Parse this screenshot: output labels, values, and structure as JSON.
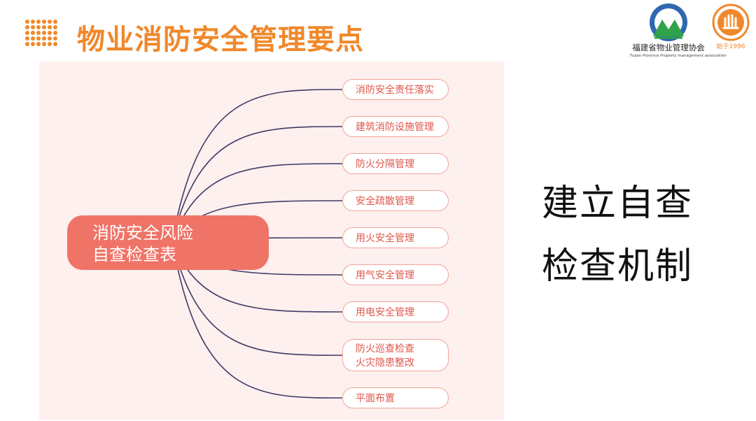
{
  "header": {
    "title": "物业消防安全管理要点"
  },
  "logos": {
    "association_name": "福建省物业管理协会",
    "association_en": "Fujian Province Property management association",
    "badge_text": "始于1996"
  },
  "mindmap": {
    "center": [
      "消防安全风险",
      "自查检查表"
    ],
    "branches": [
      {
        "label": "消防安全责任落实"
      },
      {
        "label": "建筑消防设施管理"
      },
      {
        "label": "防火分隔管理"
      },
      {
        "label": "安全疏散管理"
      },
      {
        "label": "用火安全管理"
      },
      {
        "label": "用气安全管理"
      },
      {
        "label": "用电安全管理"
      },
      {
        "label": "防火巡查检查\n火灾隐患整改"
      },
      {
        "label": "平面布置"
      }
    ]
  },
  "side": {
    "line1": "建立自查",
    "line2": "检查机制"
  },
  "colors": {
    "accent_orange": "#f0882b",
    "node_fill": "#f07367",
    "branch_text": "#e0554a",
    "connector": "#3e3a66"
  }
}
